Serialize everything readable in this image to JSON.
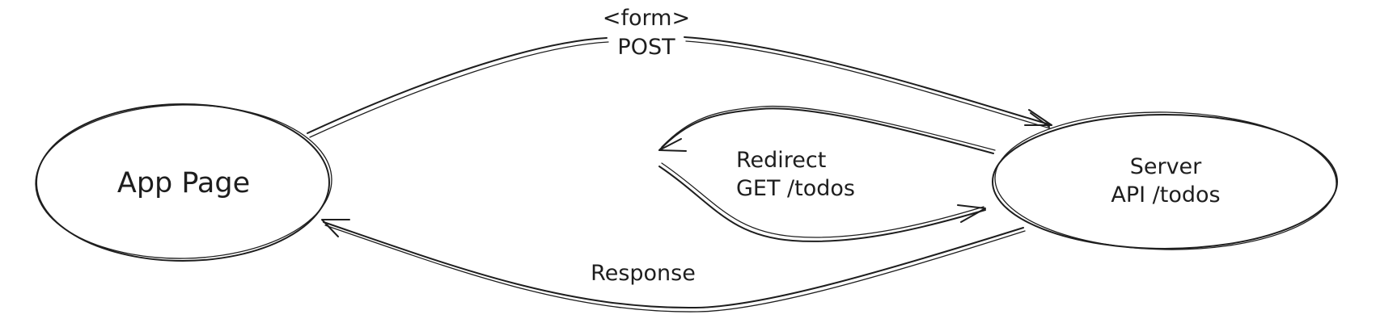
{
  "nodes": {
    "app_page": {
      "label": "App Page"
    },
    "server": {
      "line1": "Server",
      "line2": "API /todos"
    }
  },
  "edges": {
    "form_post": {
      "line1": "<form>",
      "line2": "POST"
    },
    "redirect": {
      "line1": "Redirect",
      "line2": "GET /todos"
    },
    "response": {
      "label": "Response"
    }
  },
  "colors": {
    "stroke": "#1e1e1e",
    "background": "#ffffff"
  }
}
